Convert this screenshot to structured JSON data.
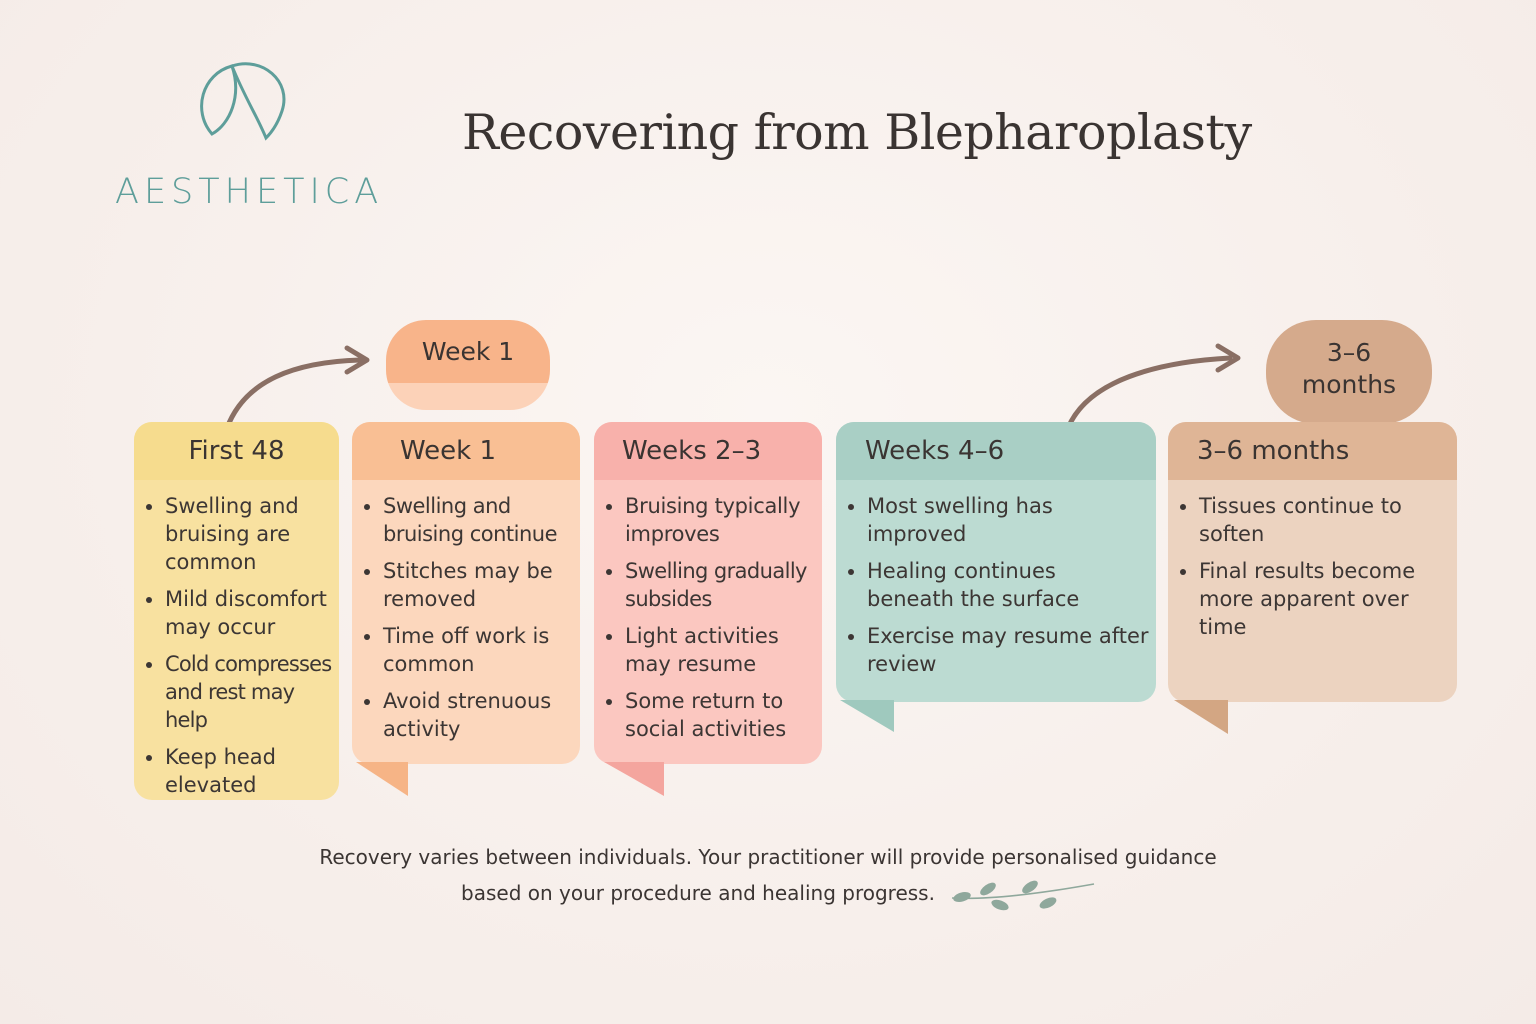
{
  "brand": {
    "name": "AESTHETICA",
    "accent": "#5e9e9a"
  },
  "title": "Recovering from Blepharoplasty",
  "pills": [
    {
      "label": "Week 1"
    },
    {
      "label_line1": "3–6",
      "label_line2": "months"
    }
  ],
  "stages": [
    {
      "heading": "First 48",
      "color_head": "#f6dc8e",
      "color_body": "#f8e1a0",
      "items": [
        "Swelling and bruising are common",
        "Mild discomfort may occur",
        "Cold compresses and rest may help",
        "Keep head elevated"
      ]
    },
    {
      "heading": "Week 1",
      "color_head": "#f9bf94",
      "color_body": "#fcd7bd",
      "items": [
        "Swelling and bruising continue",
        "Stitches may be removed",
        "Time off work is common",
        "Avoid strenuous activity"
      ]
    },
    {
      "heading": "Weeks 2–3",
      "color_head": "#f8b1ab",
      "color_body": "#fbc7c0",
      "items": [
        "Bruising typically improves",
        "Swelling gradually subsides",
        "Light activities may resume",
        "Some return to social activities"
      ]
    },
    {
      "heading": "Weeks 4–6",
      "color_head": "#a9cfc5",
      "color_body": "#bcdbd2",
      "items": [
        "Most swelling has improved",
        "Healing continues beneath the surface",
        "Exercise may resume after review"
      ]
    },
    {
      "heading": "3–6 months",
      "color_head": "#dfb596",
      "color_body": "#ecd3c0",
      "items": [
        "Tissues continue to soften",
        "Final results become more apparent over time"
      ]
    }
  ],
  "footnote": {
    "line1": "Recovery varies between individuals. Your practitioner will provide personalised guidance",
    "line2": "based on your procedure and healing progress."
  }
}
